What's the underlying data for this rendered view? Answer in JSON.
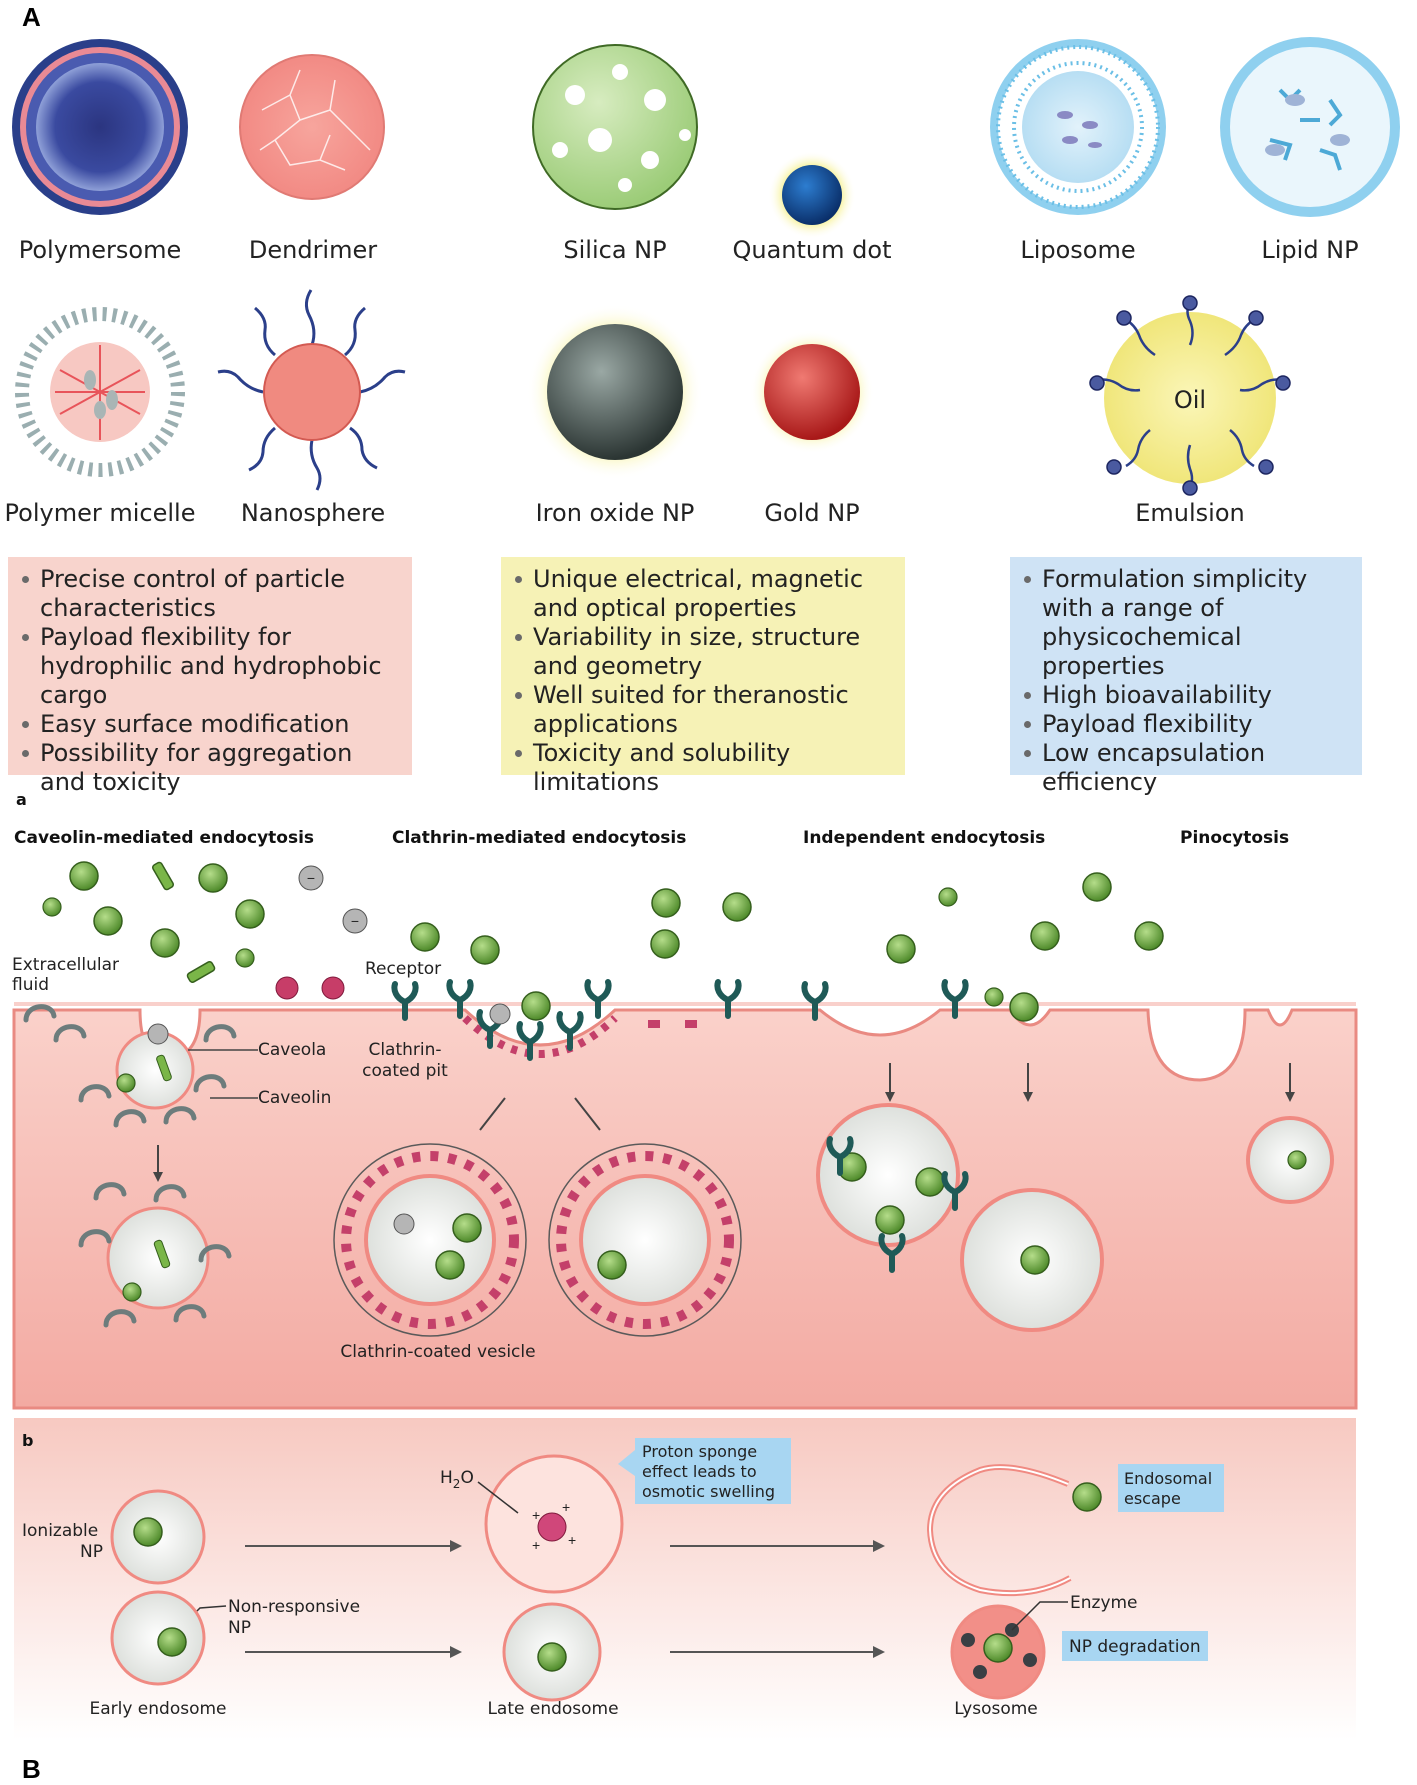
{
  "panel_labels": {
    "A": "A",
    "B": "B",
    "a": "a",
    "b": "b"
  },
  "nanoparticles": {
    "polymersome": "Polymersome",
    "dendrimer": "Dendrimer",
    "silica": "Silica NP",
    "quantum_dot": "Quantum dot",
    "liposome": "Liposome",
    "lipid_np": "Lipid NP",
    "polymer_micelle": "Polymer micelle",
    "nanosphere": "Nanosphere",
    "iron_oxide": "Iron oxide NP",
    "gold": "Gold NP",
    "emulsion": "Emulsion",
    "oil": "Oil"
  },
  "boxes": {
    "polymeric": [
      "Precise control of particle characteristics",
      "Payload flexibility for hydrophilic and hydrophobic cargo",
      "Easy surface modification",
      "Possibility for aggregation and toxicity"
    ],
    "inorganic": [
      "Unique electrical, magnetic and optical properties",
      "Variability in size, structure and geometry",
      "Well suited for theranostic applications",
      "Toxicity and solubility limitations"
    ],
    "lipid": [
      "Formulation simplicity with a range of physicochemical properties",
      "High bioavailability",
      "Payload flexibility",
      "Low encapsulation efficiency"
    ]
  },
  "endocytosis": {
    "caveolin": "Caveolin-mediated endocytosis",
    "clathrin": "Clathrin-mediated endocytosis",
    "independent": "Independent endocytosis",
    "pinocytosis": "Pinocytosis",
    "extracellular_1": "Extracellular",
    "extracellular_2": "fluid",
    "receptor": "Receptor",
    "caveola": "Caveola",
    "caveolin_label": "Caveolin",
    "pit_1": "Clathrin-",
    "pit_2": "coated pit",
    "vesicle": "Clathrin-coated vesicle"
  },
  "endosome": {
    "ionizable_1": "Ionizable",
    "ionizable_2": "NP",
    "nonresponsive_1": "Non-responsive",
    "nonresponsive_2": "NP",
    "water": "H",
    "water_sub": "2",
    "water_end": "O",
    "proton_1": "Proton sponge",
    "proton_2": "effect leads to",
    "proton_3": "osmotic swelling",
    "escape_1": "Endosomal",
    "escape_2": "escape",
    "enzyme": "Enzyme",
    "degradation": "NP degradation",
    "early": "Early endosome",
    "late": "Late endosome",
    "lysosome": "Lysosome"
  },
  "colors": {
    "np_green": "#7ab648",
    "membrane_pink": "#f5b0a8",
    "receptor_teal": "#1f5a57",
    "clathrin_red": "#c4406a"
  }
}
